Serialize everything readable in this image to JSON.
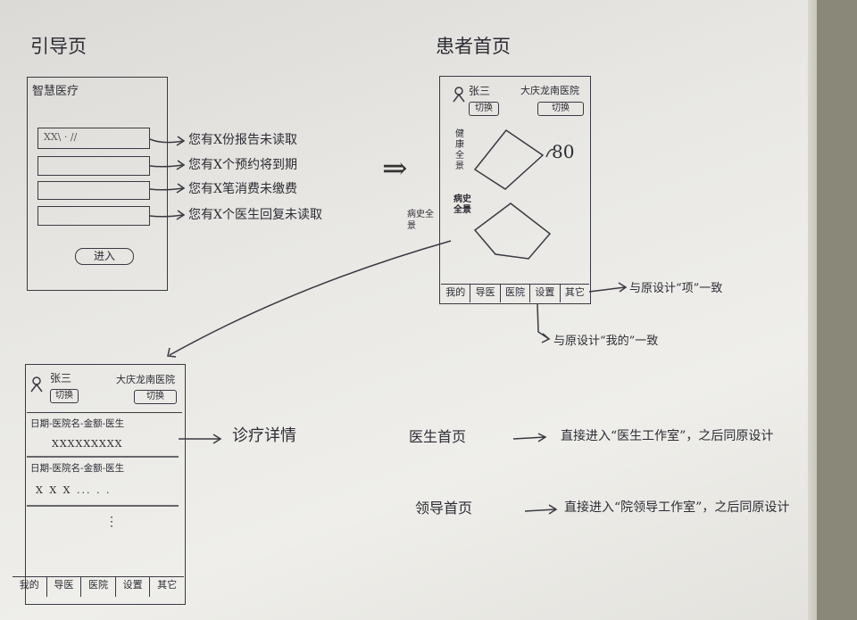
{
  "splash": {
    "title": "引导页",
    "app_name": "智慧医疗",
    "field_value": "XX\\ · //",
    "notes": [
      "您有X份报告未读取",
      "您有X个预约将到期",
      "您有X笔消费未缴费",
      "您有X个医生回复未读取"
    ],
    "enter_button": "进入"
  },
  "home": {
    "title": "患者首页",
    "user_name": "张三",
    "switch_label_left": "切换",
    "hospital": "大庆龙南医院",
    "switch_label_right": "切换",
    "health_label": "健康全景",
    "health_score": "80",
    "history_label_outer": "病史全景",
    "history_label_inner": "病史全景",
    "nav": [
      "我的",
      "导医",
      "医院",
      "设置",
      "其它"
    ],
    "note_right": "与原设计“项”一致",
    "note_below": "与原设计“我的”一致"
  },
  "detail": {
    "user_name": "张三",
    "switch_label_left": "切换",
    "hospital": "大庆龙南医院",
    "switch_label_right": "切换",
    "rows": [
      {
        "header": "日期-医院名-金额-医生",
        "content": "XXXXXXXXX"
      },
      {
        "header": "日期-医院名-金额-医生",
        "content": "X X X ... . ."
      }
    ],
    "ellipsis": "⋮",
    "nav": [
      "我的",
      "导医",
      "医院",
      "设置",
      "其它"
    ],
    "arrow_label": "诊疗详情"
  },
  "arrow_symbol": "⇒",
  "notes": [
    {
      "role": "医生首页",
      "arrow": "→",
      "text": "直接进入“医生工作室”，之后同原设计"
    },
    {
      "role": "领导首页",
      "arrow": "→",
      "text": "直接进入“院领导工作室”，之后同原设计"
    }
  ]
}
